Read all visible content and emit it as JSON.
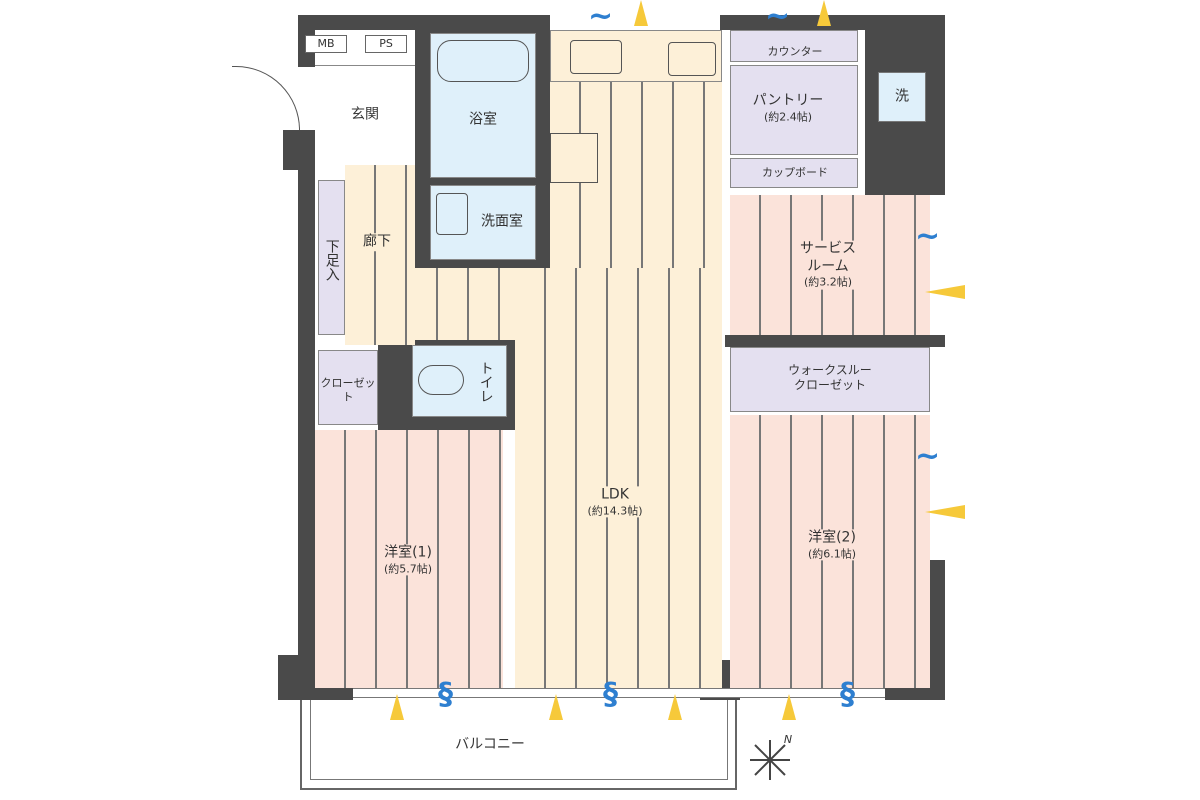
{
  "title": "Floor plan",
  "rooms": {
    "mb": "MB",
    "ps": "PS",
    "entrance": "玄関",
    "bath": "浴室",
    "washroom": "洗面室",
    "hallway": "廊下",
    "shoe_storage": "下足入",
    "closet": "クローゼット",
    "toilet": "トイレ",
    "ldk": {
      "name": "LDK",
      "size": "(約14.3帖)"
    },
    "counter": "カウンター",
    "pantry": {
      "name": "パントリー",
      "size": "(約2.4帖)"
    },
    "washer": "洗",
    "cupboard": "カップボード",
    "service_room": {
      "name": "サービスルーム",
      "line1": "サービス",
      "line2": "ルーム",
      "size": "(約3.2帖)"
    },
    "walk_through_closet": {
      "line1": "ウォークスルー",
      "line2": "クローゼット"
    },
    "western1": {
      "name": "洋室(1)",
      "size": "(約5.7帖)"
    },
    "western2": {
      "name": "洋室(2)",
      "size": "(約6.1帖)"
    },
    "balcony": "バルコニー"
  },
  "compass": "N",
  "colors": {
    "wall": "#4a4a4a",
    "ldk": "#fdf0d8",
    "bedroom": "#fbe3da",
    "storage": "#e4e0f0",
    "wet": "#dff0fa",
    "wind_yellow": "#f6c93a",
    "wind_blue": "#2e7fd0"
  }
}
